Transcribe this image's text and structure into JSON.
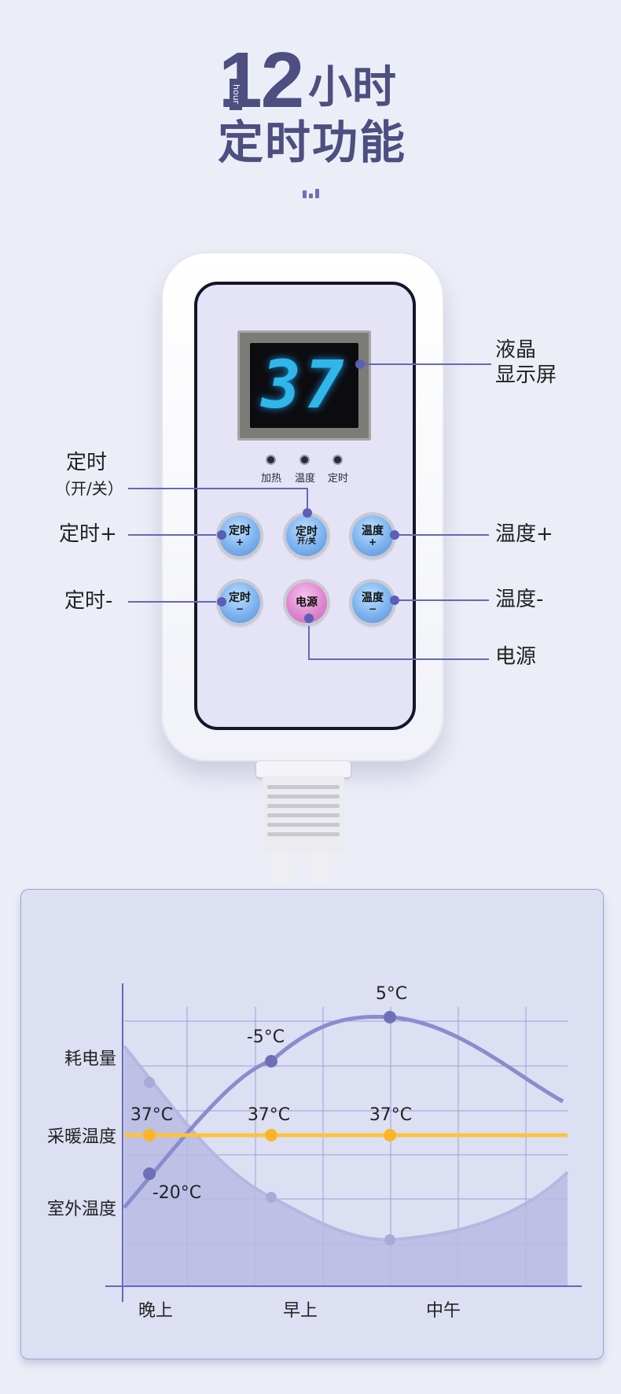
{
  "header": {
    "big_number": "12",
    "unit_small": "hour",
    "unit": "小时",
    "subtitle": "定时功能"
  },
  "device": {
    "display_value": "37",
    "indicators": [
      "加热",
      "温度",
      "定时"
    ],
    "buttons": {
      "timer_plus": {
        "line1": "定时",
        "line2": "+"
      },
      "timer_toggle": {
        "line1": "定时",
        "line2": "开/关"
      },
      "temp_plus": {
        "line1": "温度",
        "line2": "+"
      },
      "timer_minus": {
        "line1": "定时",
        "line2": "−"
      },
      "power": {
        "line1": "电源"
      },
      "temp_minus": {
        "line1": "温度",
        "line2": "−"
      }
    }
  },
  "callouts": {
    "lcd_line1": "液晶",
    "lcd_line2": "显示屏",
    "timer_toggle_line1": "定时",
    "timer_toggle_line2": "（开/关）",
    "timer_plus": "定时+",
    "timer_minus": "定时-",
    "temp_plus": "温度+",
    "temp_minus": "温度-",
    "power": "电源"
  },
  "chart_data": {
    "type": "line",
    "categories": [
      "晚上",
      "早上",
      "中午"
    ],
    "row_labels": [
      "耗电量",
      "采暖温度",
      "室外温度"
    ],
    "grid": true,
    "series": [
      {
        "name": "室外温度",
        "points": [
          -20,
          -5,
          5
        ],
        "labels": [
          "-20°C",
          "-5°C",
          "5°C"
        ],
        "color": "#8a8ccd"
      },
      {
        "name": "采暖温度",
        "points": [
          37,
          37,
          37
        ],
        "labels": [
          "37°C",
          "37°C",
          "37°C"
        ],
        "color": "#fbc43c"
      },
      {
        "name": "耗电量",
        "color": "#b4b7e0"
      }
    ]
  },
  "colors": {
    "accent": "#4e4e80",
    "line_blue": "#6469b8"
  }
}
